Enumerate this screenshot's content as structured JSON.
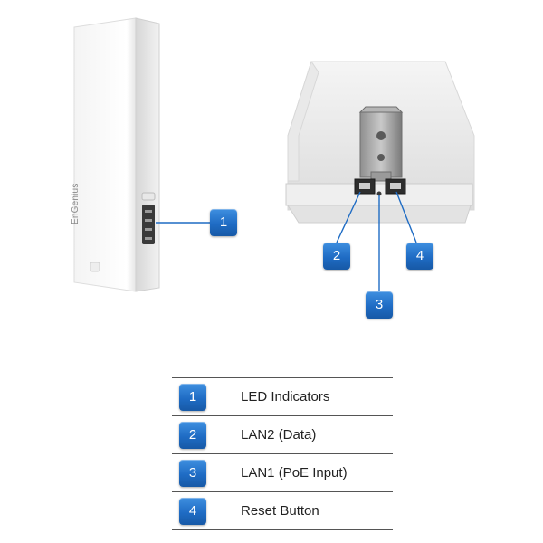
{
  "device": {
    "brand": "EnGenius"
  },
  "callouts": [
    {
      "number": "1"
    },
    {
      "number": "2"
    },
    {
      "number": "3"
    },
    {
      "number": "4"
    }
  ],
  "legend": [
    {
      "number": "1",
      "label": "LED Indicators"
    },
    {
      "number": "2",
      "label": "LAN2 (Data)"
    },
    {
      "number": "3",
      "label": "LAN1 (PoE Input)"
    },
    {
      "number": "4",
      "label": "Reset Button"
    }
  ],
  "colors": {
    "badge": "#1f6cc4",
    "leader_line": "#1f6cc4",
    "rule": "#555555"
  }
}
